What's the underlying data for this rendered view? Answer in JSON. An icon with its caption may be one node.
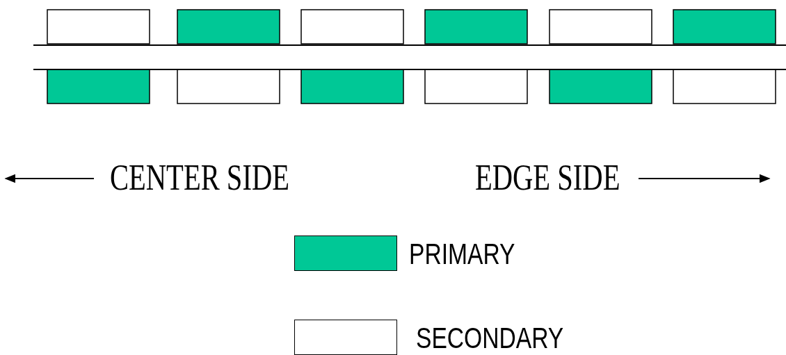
{
  "diagram": {
    "labels": [
      "CENTER SIDE",
      "EDGE SIDE"
    ],
    "legend": [
      {
        "text": "PRIMARY",
        "color": "#00c896"
      },
      {
        "text": "SECONDARY",
        "color": "#ffffff"
      }
    ]
  }
}
